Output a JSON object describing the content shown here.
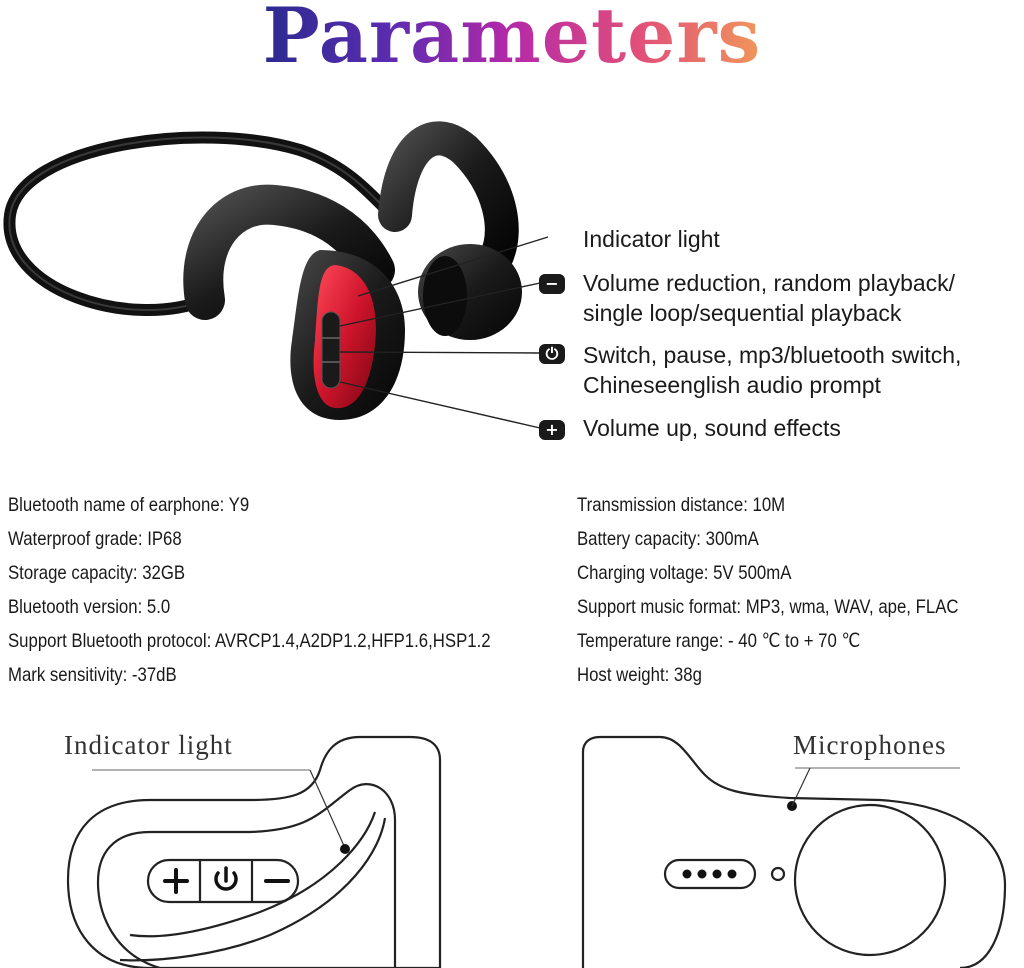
{
  "title": "Parameters",
  "callouts": {
    "indicator": "Indicator light",
    "minus_line1": "Volume reduction, random playback/",
    "minus_line2": "single loop/sequential playback",
    "power_line1": "Switch, pause, mp3/bluetooth switch,",
    "power_line2": "Chineseenglish audio prompt",
    "plus_line1": "Volume up, sound effects"
  },
  "icons": {
    "minus": "minus-icon",
    "power": "power-icon",
    "plus": "plus-icon"
  },
  "specs_left": [
    "Bluetooth name of earphone: Y9",
    "Waterproof grade: IP68",
    "Storage capacity: 32GB",
    "Bluetooth version: 5.0",
    "Support Bluetooth protocol: AVRCP1.4,A2DP1.2,HFP1.6,HSP1.2",
    "Mark sensitivity: -37dB"
  ],
  "specs_right": [
    "Transmission distance: 10M",
    "Battery capacity: 300mA",
    "Charging voltage: 5V 500mA",
    "Support music format: MP3, wma, WAV, ape, FLAC",
    "Temperature range: - 40 ℃ to + 70 ℃",
    "Host weight: 38g"
  ],
  "diagrams": {
    "left_label": "Indicator light",
    "right_label": "Microphones"
  },
  "colors": {
    "accent_red": "#c8102e",
    "shell": "#1c1c1c"
  }
}
